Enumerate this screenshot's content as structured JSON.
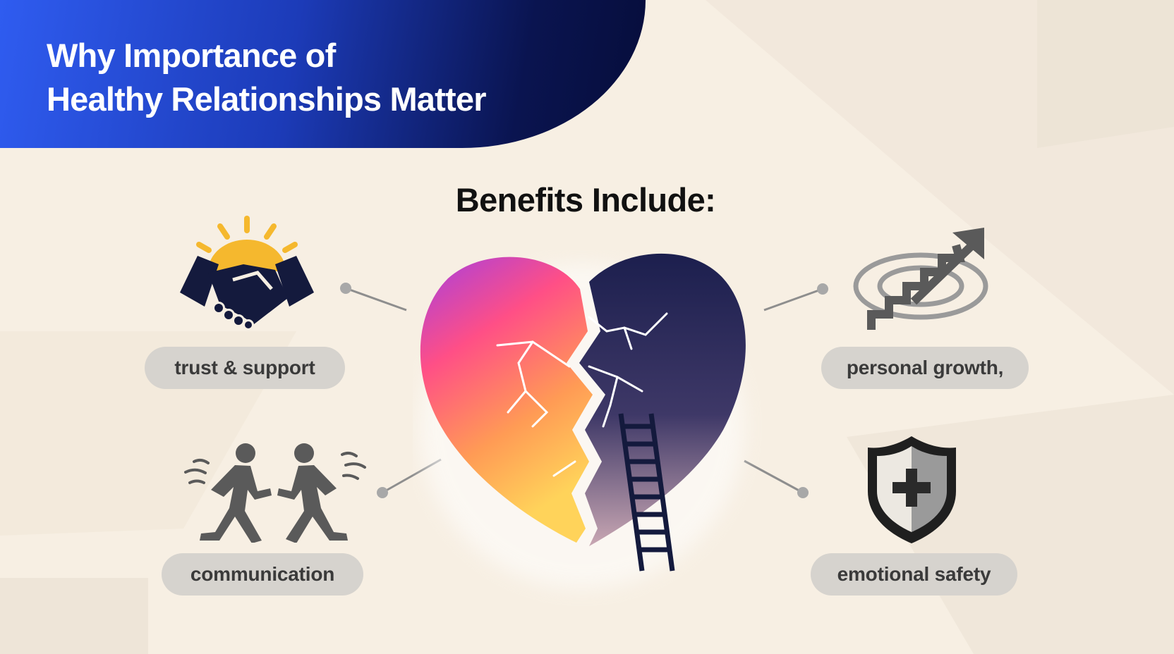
{
  "header": {
    "title_line1": "Why Importance of",
    "title_line2": "Healthy Relationships Matter"
  },
  "benefits": {
    "heading": "Benefits Include:",
    "items": [
      {
        "label": "trust & support",
        "icon": "handshake-sun-icon"
      },
      {
        "label": "personal growth,",
        "icon": "growth-stairs-arrow-icon"
      },
      {
        "label": "communication",
        "icon": "two-people-talking-icon"
      },
      {
        "label": "emotional safety",
        "icon": "shield-plus-icon"
      }
    ]
  },
  "center_graphic": {
    "icon": "broken-heart-with-ladder-icon"
  },
  "colors": {
    "banner_start": "#2f5cf0",
    "banner_end": "#060d3a",
    "background": "#f7efe3",
    "pill": "#d6d3ce",
    "icon_navy": "#141a3d",
    "icon_gray": "#5a5a5a",
    "sun": "#f5b82e"
  }
}
